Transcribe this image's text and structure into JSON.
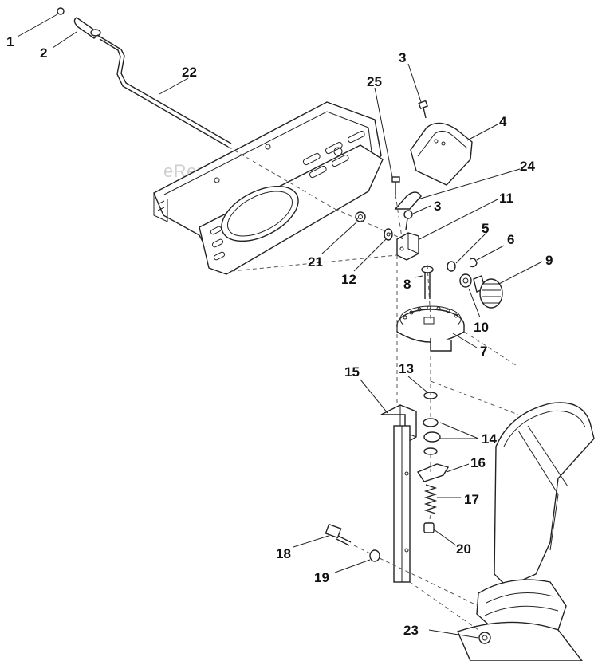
{
  "watermark": "eReplacementParts.com",
  "callouts": {
    "c1": "1",
    "c2": "2",
    "c3a": "3",
    "c3b": "3",
    "c4": "4",
    "c5": "5",
    "c6": "6",
    "c7": "7",
    "c8": "8",
    "c9": "9",
    "c10": "10",
    "c11": "11",
    "c12": "12",
    "c13": "13",
    "c14": "14",
    "c15": "15",
    "c16": "16",
    "c17": "17",
    "c18": "18",
    "c19": "19",
    "c20": "20",
    "c21": "21",
    "c22": "22",
    "c23": "23",
    "c24": "24",
    "c25": "25"
  }
}
